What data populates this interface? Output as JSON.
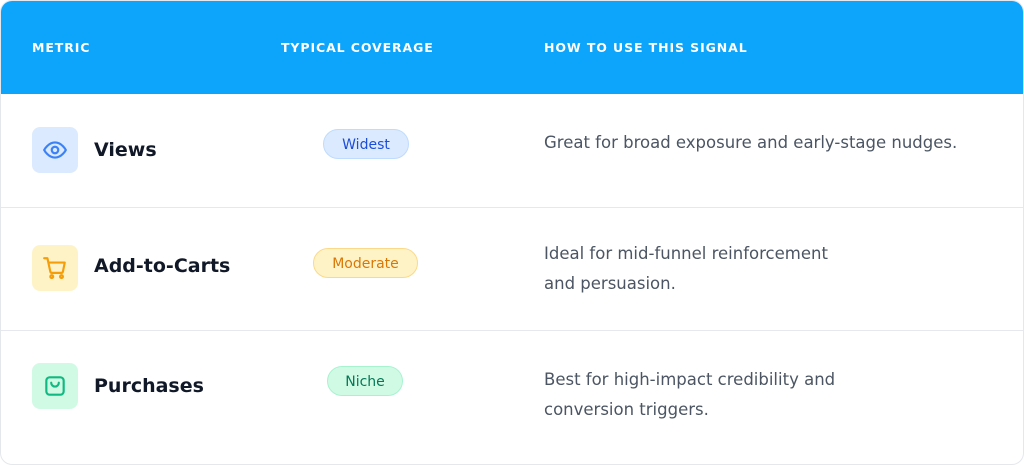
{
  "table": {
    "columns": {
      "metric": "METRIC",
      "coverage": "TYPICAL COVERAGE",
      "usage": "HOW TO USE THIS SIGNAL"
    },
    "rows": [
      {
        "metric": "Views",
        "icon": "eye-icon",
        "coverage": "Widest",
        "usage_lines": [
          "Great for broad exposure and early-stage nudges."
        ],
        "accent": "#3b82f6"
      },
      {
        "metric": "Add-to-Carts",
        "icon": "shopping-cart-icon",
        "coverage": "Moderate",
        "usage_lines": [
          "Ideal for mid-funnel reinforcement",
          "and persuasion."
        ],
        "accent": "#f59e0b"
      },
      {
        "metric": "Purchases",
        "icon": "shopping-bag-icon",
        "coverage": "Niche",
        "usage_lines": [
          "Best for high-impact credibility and",
          "conversion triggers."
        ],
        "accent": "#10b981"
      }
    ]
  },
  "colors": {
    "header_bg": "#0ca5fb",
    "header_text": "#ffffff",
    "views_badge_bg": "#dbeafe",
    "cart_badge_bg": "#fef3c7",
    "purchase_badge_bg": "#d1fae5"
  }
}
